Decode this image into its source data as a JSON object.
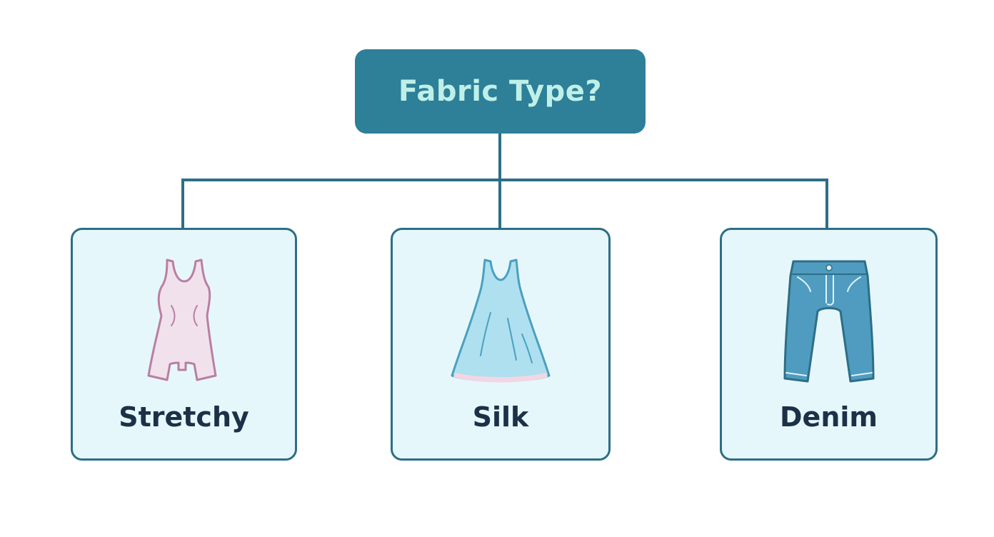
{
  "root": {
    "label": "Fabric Type?"
  },
  "options": [
    {
      "label": "Stretchy",
      "icon": "romper-icon"
    },
    {
      "label": "Silk",
      "icon": "dress-icon"
    },
    {
      "label": "Denim",
      "icon": "jeans-icon"
    }
  ],
  "colors": {
    "root_fill": "#2e7f98",
    "root_text": "#bff0e8",
    "card_fill": "#e6f7fb",
    "card_border": "#2d6e86",
    "label_text": "#1c3148",
    "connector": "#2d6e86"
  }
}
